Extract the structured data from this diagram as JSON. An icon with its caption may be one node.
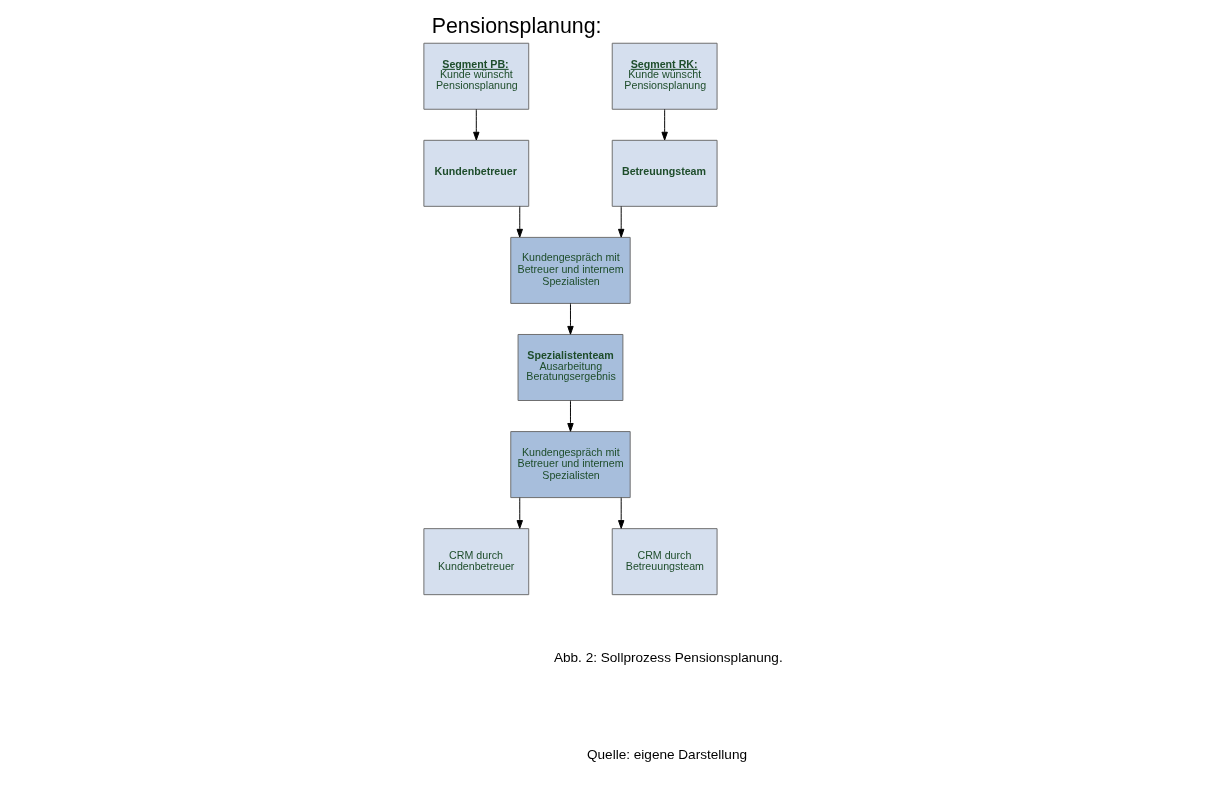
{
  "diagram": {
    "title": "Pensionsplanung:",
    "caption": "Abb. 2: Sollprozess Pensionsplanung.",
    "nodes": [
      {
        "text": [
          "Segment PB:",
          "Kunde wünscht Pensionsplanung"
        ]
      },
      {
        "text": [
          "Segment RK:",
          "Kunde wünscht Pensionsplanung"
        ]
      },
      {
        "text": [
          "Kundenbetreuer"
        ]
      },
      {
        "text": [
          "Betreuungsteam"
        ]
      },
      {
        "text": [
          "Kundengespräch mit Betreuer und internem Spezialisten"
        ]
      },
      {
        "text": [
          "Spezialistenteam",
          "Ausarbeitung Beratungsergebnis"
        ]
      },
      {
        "text": [
          "Kundengespräch mit Betreuer und internem Spezialisten"
        ]
      },
      {
        "text": [
          "CRM durch Kundenbetreuer"
        ]
      },
      {
        "text": [
          "CRM durch Betreuungsteam"
        ]
      }
    ],
    "edges": [
      {
        "from": 0,
        "to": 2,
        "arrow": "to"
      },
      {
        "from": 1,
        "to": 3,
        "arrow": "to"
      },
      {
        "from": 2,
        "to": 4,
        "arrow": "to"
      },
      {
        "from": 3,
        "to": 4,
        "arrow": "to"
      },
      {
        "from": 4,
        "to": 5,
        "arrow": "to"
      },
      {
        "from": 5,
        "to": 6,
        "arrow": "to"
      },
      {
        "from": 6,
        "to": 7,
        "arrow": "to"
      },
      {
        "from": 6,
        "to": 8,
        "arrow": "to"
      }
    ],
    "labels": [
      "Quelle: eigene Darstellung"
    ]
  }
}
